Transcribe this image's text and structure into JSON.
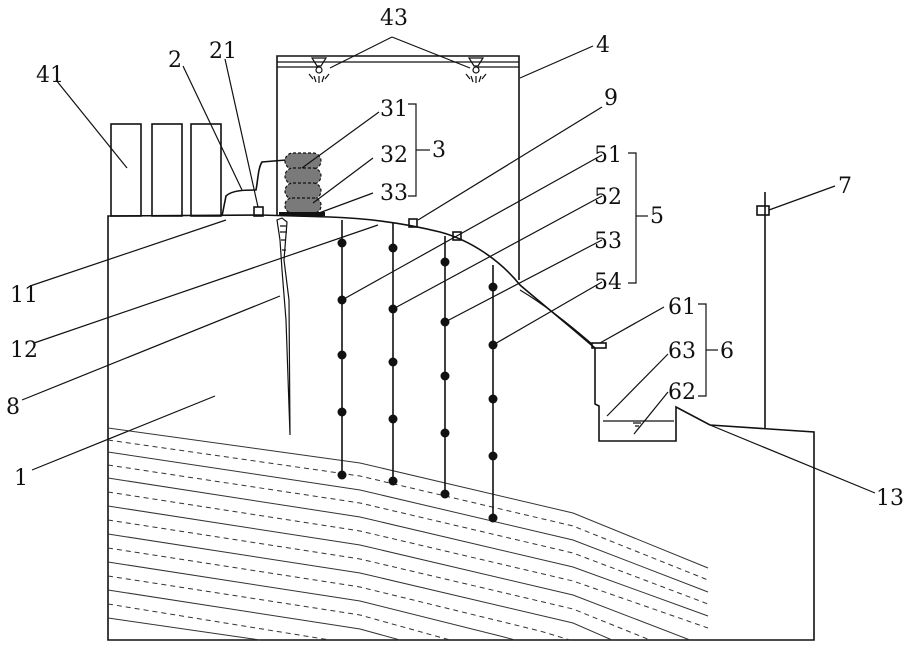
{
  "labels": {
    "l1": "1",
    "l2": "2",
    "l3": "3",
    "l4": "4",
    "l5": "5",
    "l6": "6",
    "l7": "7",
    "l8": "8",
    "l9": "9",
    "l11": "11",
    "l12": "12",
    "l13": "13",
    "l21": "21",
    "l31": "31",
    "l32": "32",
    "l33": "33",
    "l41": "41",
    "l43": "43",
    "l51": "51",
    "l52": "52",
    "l53": "53",
    "l54": "54",
    "l61": "61",
    "l62": "62",
    "l63": "63"
  },
  "colors": {
    "line": "#111111",
    "sandbag": "#7a7a7a",
    "background": "#ffffff"
  }
}
